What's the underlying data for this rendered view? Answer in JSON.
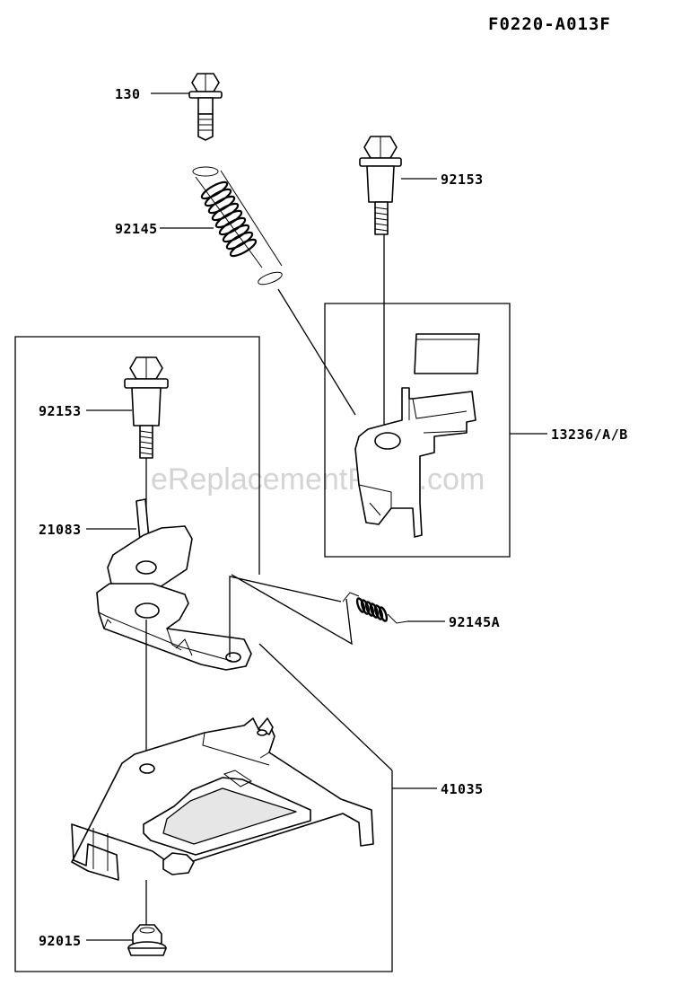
{
  "diagram_id": "F0220-A013F",
  "watermark": "eReplacementParts.com",
  "parts": {
    "bolt_130": "130",
    "spring_92145": "92145",
    "bolt_92153_top": "92153",
    "bracket_13236": "13236/A/B",
    "bolt_92153_left": "92153",
    "lever_21083": "21083",
    "spring_92145a": "92145A",
    "plate_41035": "41035",
    "nut_92015": "92015"
  }
}
